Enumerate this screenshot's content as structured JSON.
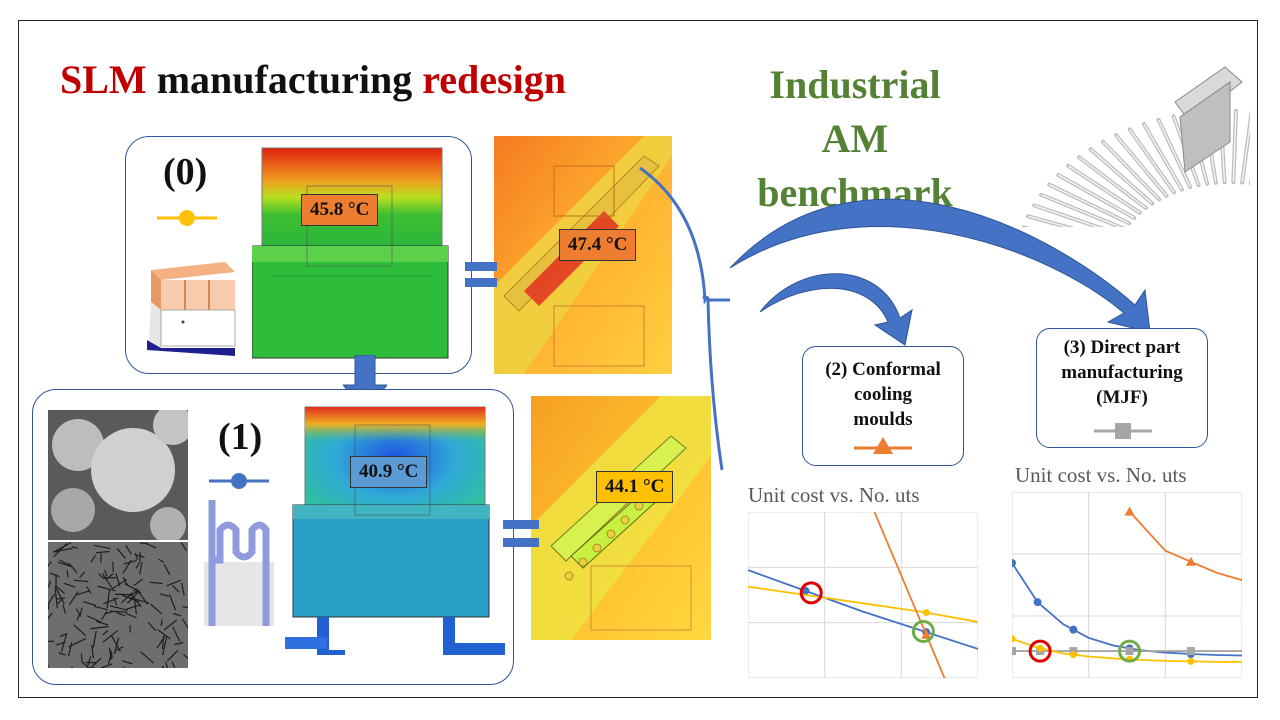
{
  "title": {
    "part1": "SLM",
    "part2": " manufacturing ",
    "part3": "redesign"
  },
  "benchmark": {
    "line1": "Industrial",
    "line2": "AM",
    "line3": "benchmark"
  },
  "cases": {
    "c0": {
      "label": "(0)",
      "temp_main": "45.8 °C",
      "temp_detail": "47.4 °C"
    },
    "c1": {
      "label": "(1)",
      "temp_main": "40.9 °C",
      "temp_detail": "44.1 °C"
    }
  },
  "boxes": {
    "b2": {
      "line1": "(2) Conformal",
      "line2": "cooling",
      "line3": "moulds"
    },
    "b3": {
      "line1": "(3) Direct part",
      "line2": "manufacturing",
      "line3": "(MJF)"
    }
  },
  "colors": {
    "red": "#c00000",
    "green": "#548235",
    "blue_series": "#4472c4",
    "yellow_series": "#ffc000",
    "orange_series": "#ed7d31",
    "gray_series": "#a5a5a5"
  },
  "chart_data": [
    {
      "type": "line",
      "title": "Unit cost vs. No. uts",
      "xlabel": "",
      "ylabel": "",
      "grid": true,
      "series": [
        {
          "key": "blue",
          "color": "#4472c4",
          "x": [
            0,
            1,
            2,
            3,
            4
          ],
          "y": [
            2.6,
            2.1,
            1.6,
            1.15,
            0.7
          ],
          "markers": [
            1,
            3.1
          ]
        },
        {
          "key": "yellow",
          "color": "#ffc000",
          "x": [
            0,
            1,
            2,
            3,
            4
          ],
          "y": [
            2.2,
            2.0,
            1.8,
            1.6,
            1.35
          ],
          "markers": [
            3.1
          ]
        },
        {
          "key": "orange",
          "color": "#ed7d31",
          "x": [
            2.2,
            3.6
          ],
          "y": [
            4.0,
            -0.6
          ],
          "markers": [
            3.1
          ]
        }
      ],
      "highlights": [
        {
          "x": 1.1,
          "y": 2.05,
          "color": "#e00000"
        },
        {
          "x": 3.05,
          "y": 1.12,
          "color": "#70ad47"
        }
      ]
    },
    {
      "type": "line",
      "title": "Unit cost vs. No. uts",
      "xlabel": "",
      "ylabel": "",
      "grid": true,
      "series": [
        {
          "key": "orange",
          "color": "#ed7d31",
          "x": [
            2.3,
            3.0,
            4.0,
            4.5
          ],
          "y": [
            3.4,
            2.6,
            2.15,
            2.0
          ],
          "markers": [
            2.3,
            3.5
          ]
        },
        {
          "key": "blue",
          "color": "#4472c4",
          "x": [
            0,
            0.5,
            1,
            1.5,
            2,
            2.5,
            3,
            3.5,
            4,
            4.5
          ],
          "y": [
            2.35,
            1.55,
            1.1,
            0.82,
            0.66,
            0.57,
            0.52,
            0.49,
            0.47,
            0.46
          ],
          "markers": [
            0,
            0.5,
            1.2,
            2.3,
            3.5
          ]
        },
        {
          "key": "gray",
          "color": "#a5a5a5",
          "x": [
            0,
            4.5
          ],
          "y": [
            0.55,
            0.55
          ],
          "markers": [
            0,
            0.55,
            1.2,
            2.3,
            3.5
          ]
        },
        {
          "key": "yellow",
          "color": "#ffc000",
          "x": [
            0,
            0.5,
            1,
            1.5,
            2,
            2.5,
            3,
            3.5,
            4,
            4.5
          ],
          "y": [
            0.8,
            0.62,
            0.5,
            0.44,
            0.4,
            0.37,
            0.35,
            0.34,
            0.33,
            0.33
          ],
          "markers": [
            0,
            0.55,
            1.2,
            2.3,
            3.5
          ]
        }
      ],
      "highlights": [
        {
          "x": 0.55,
          "y": 0.55,
          "color": "#e00000"
        },
        {
          "x": 2.3,
          "y": 0.55,
          "color": "#70ad47"
        }
      ]
    }
  ]
}
